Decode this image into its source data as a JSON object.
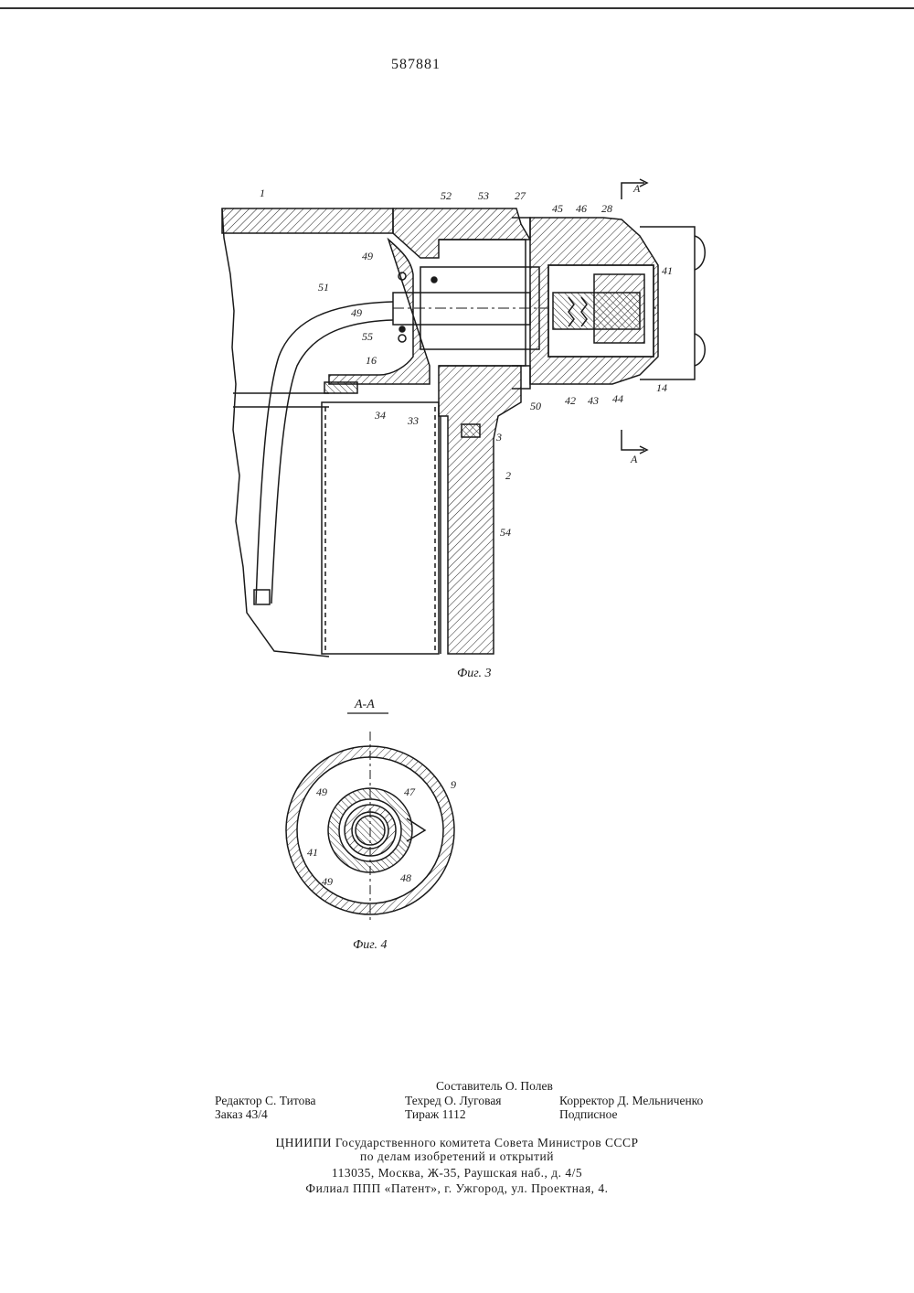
{
  "header": {
    "patent_number": "587881"
  },
  "figures": {
    "fig3": {
      "caption": "Фиг. 3",
      "labels": [
        "1",
        "52",
        "53",
        "27",
        "45",
        "46",
        "28",
        "A",
        "49",
        "49",
        "51",
        "55",
        "16",
        "41",
        "34",
        "33",
        "50",
        "42",
        "43",
        "44",
        "14",
        "3",
        "2",
        "54",
        "A"
      ]
    },
    "fig4": {
      "section_title": "A-A",
      "caption": "Фиг. 4",
      "labels": [
        "49",
        "47",
        "9",
        "41",
        "49",
        "48"
      ]
    }
  },
  "imprint": {
    "compiler": "Составитель О. Полев",
    "editor": "Редактор С. Титова",
    "techred": "Техред О. Луговая",
    "corrector": "Корректор Д. Мельниченко",
    "order": "Заказ 43/4",
    "circulation": "Тираж 1112",
    "subscription": "Подписное",
    "org_line1": "ЦНИИПИ Государственного комитета Совета Министров СССР",
    "org_line2": "по делам изобретений и открытий",
    "org_line3": "113035, Москва, Ж-35, Раушская наб., д. 4/5",
    "org_line4": "Филиал ППП «Патент», г. Ужгород, ул. Проектная, 4."
  }
}
